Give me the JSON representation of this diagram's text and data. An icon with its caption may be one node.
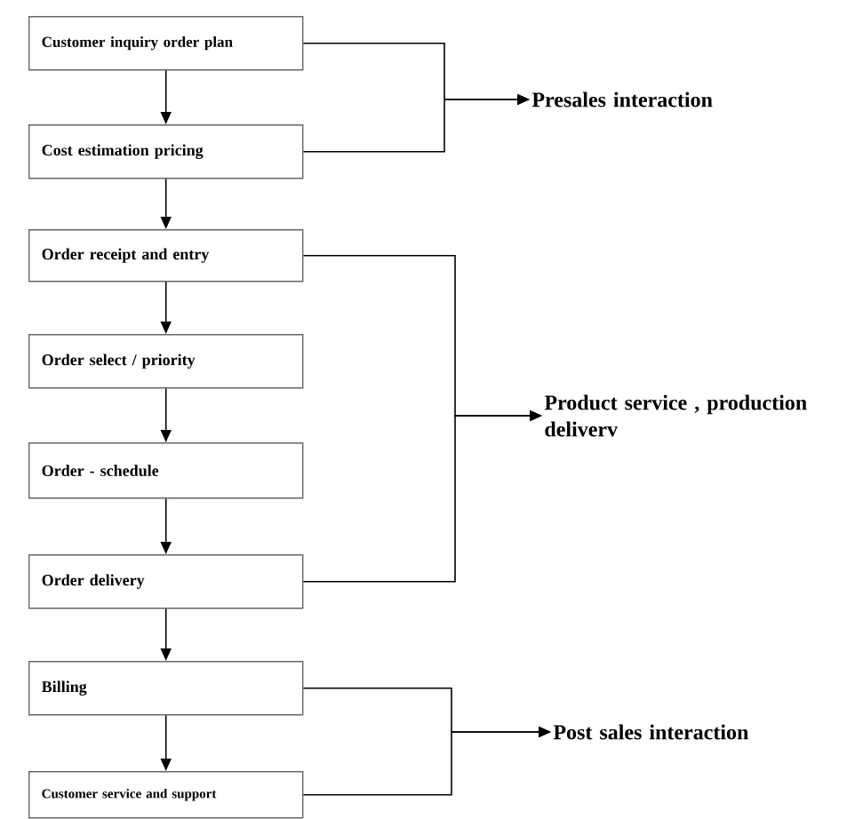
{
  "diagram": {
    "nodes": [
      {
        "text": [
          "Customer inquiry order plan"
        ]
      },
      {
        "text": [
          "Cost estimation pricing"
        ]
      },
      {
        "text": [
          "Order receipt and entry"
        ]
      },
      {
        "text": [
          "Order select / priority"
        ]
      },
      {
        "text": [
          "Order - schedule"
        ]
      },
      {
        "text": [
          "Order delivery"
        ]
      },
      {
        "text": [
          "Billing"
        ]
      },
      {
        "text": [
          "Customer service and support"
        ]
      },
      {
        "text": [
          "Presales interaction"
        ]
      },
      {
        "text": [
          "Product service , production deliverv"
        ]
      },
      {
        "text": [
          "Post sales interaction"
        ]
      }
    ],
    "edges": [
      {
        "from": 0,
        "to": 1,
        "arrow": "to"
      },
      {
        "from": 1,
        "to": 2,
        "arrow": "to"
      },
      {
        "from": 2,
        "to": 3,
        "arrow": "to"
      },
      {
        "from": 3,
        "to": 4,
        "arrow": "to"
      },
      {
        "from": 4,
        "to": 5,
        "arrow": "to"
      },
      {
        "from": 5,
        "to": 6,
        "arrow": "to"
      },
      {
        "from": 6,
        "to": 7,
        "arrow": "to"
      },
      {
        "from": 0,
        "to": 8,
        "arrow": "to"
      },
      {
        "from": 1,
        "to": 8,
        "arrow": "to"
      },
      {
        "from": 2,
        "to": 9,
        "arrow": "to"
      },
      {
        "from": 5,
        "to": 9,
        "arrow": "to"
      },
      {
        "from": 6,
        "to": 10,
        "arrow": "to"
      },
      {
        "from": 7,
        "to": 10,
        "arrow": "to"
      }
    ]
  }
}
